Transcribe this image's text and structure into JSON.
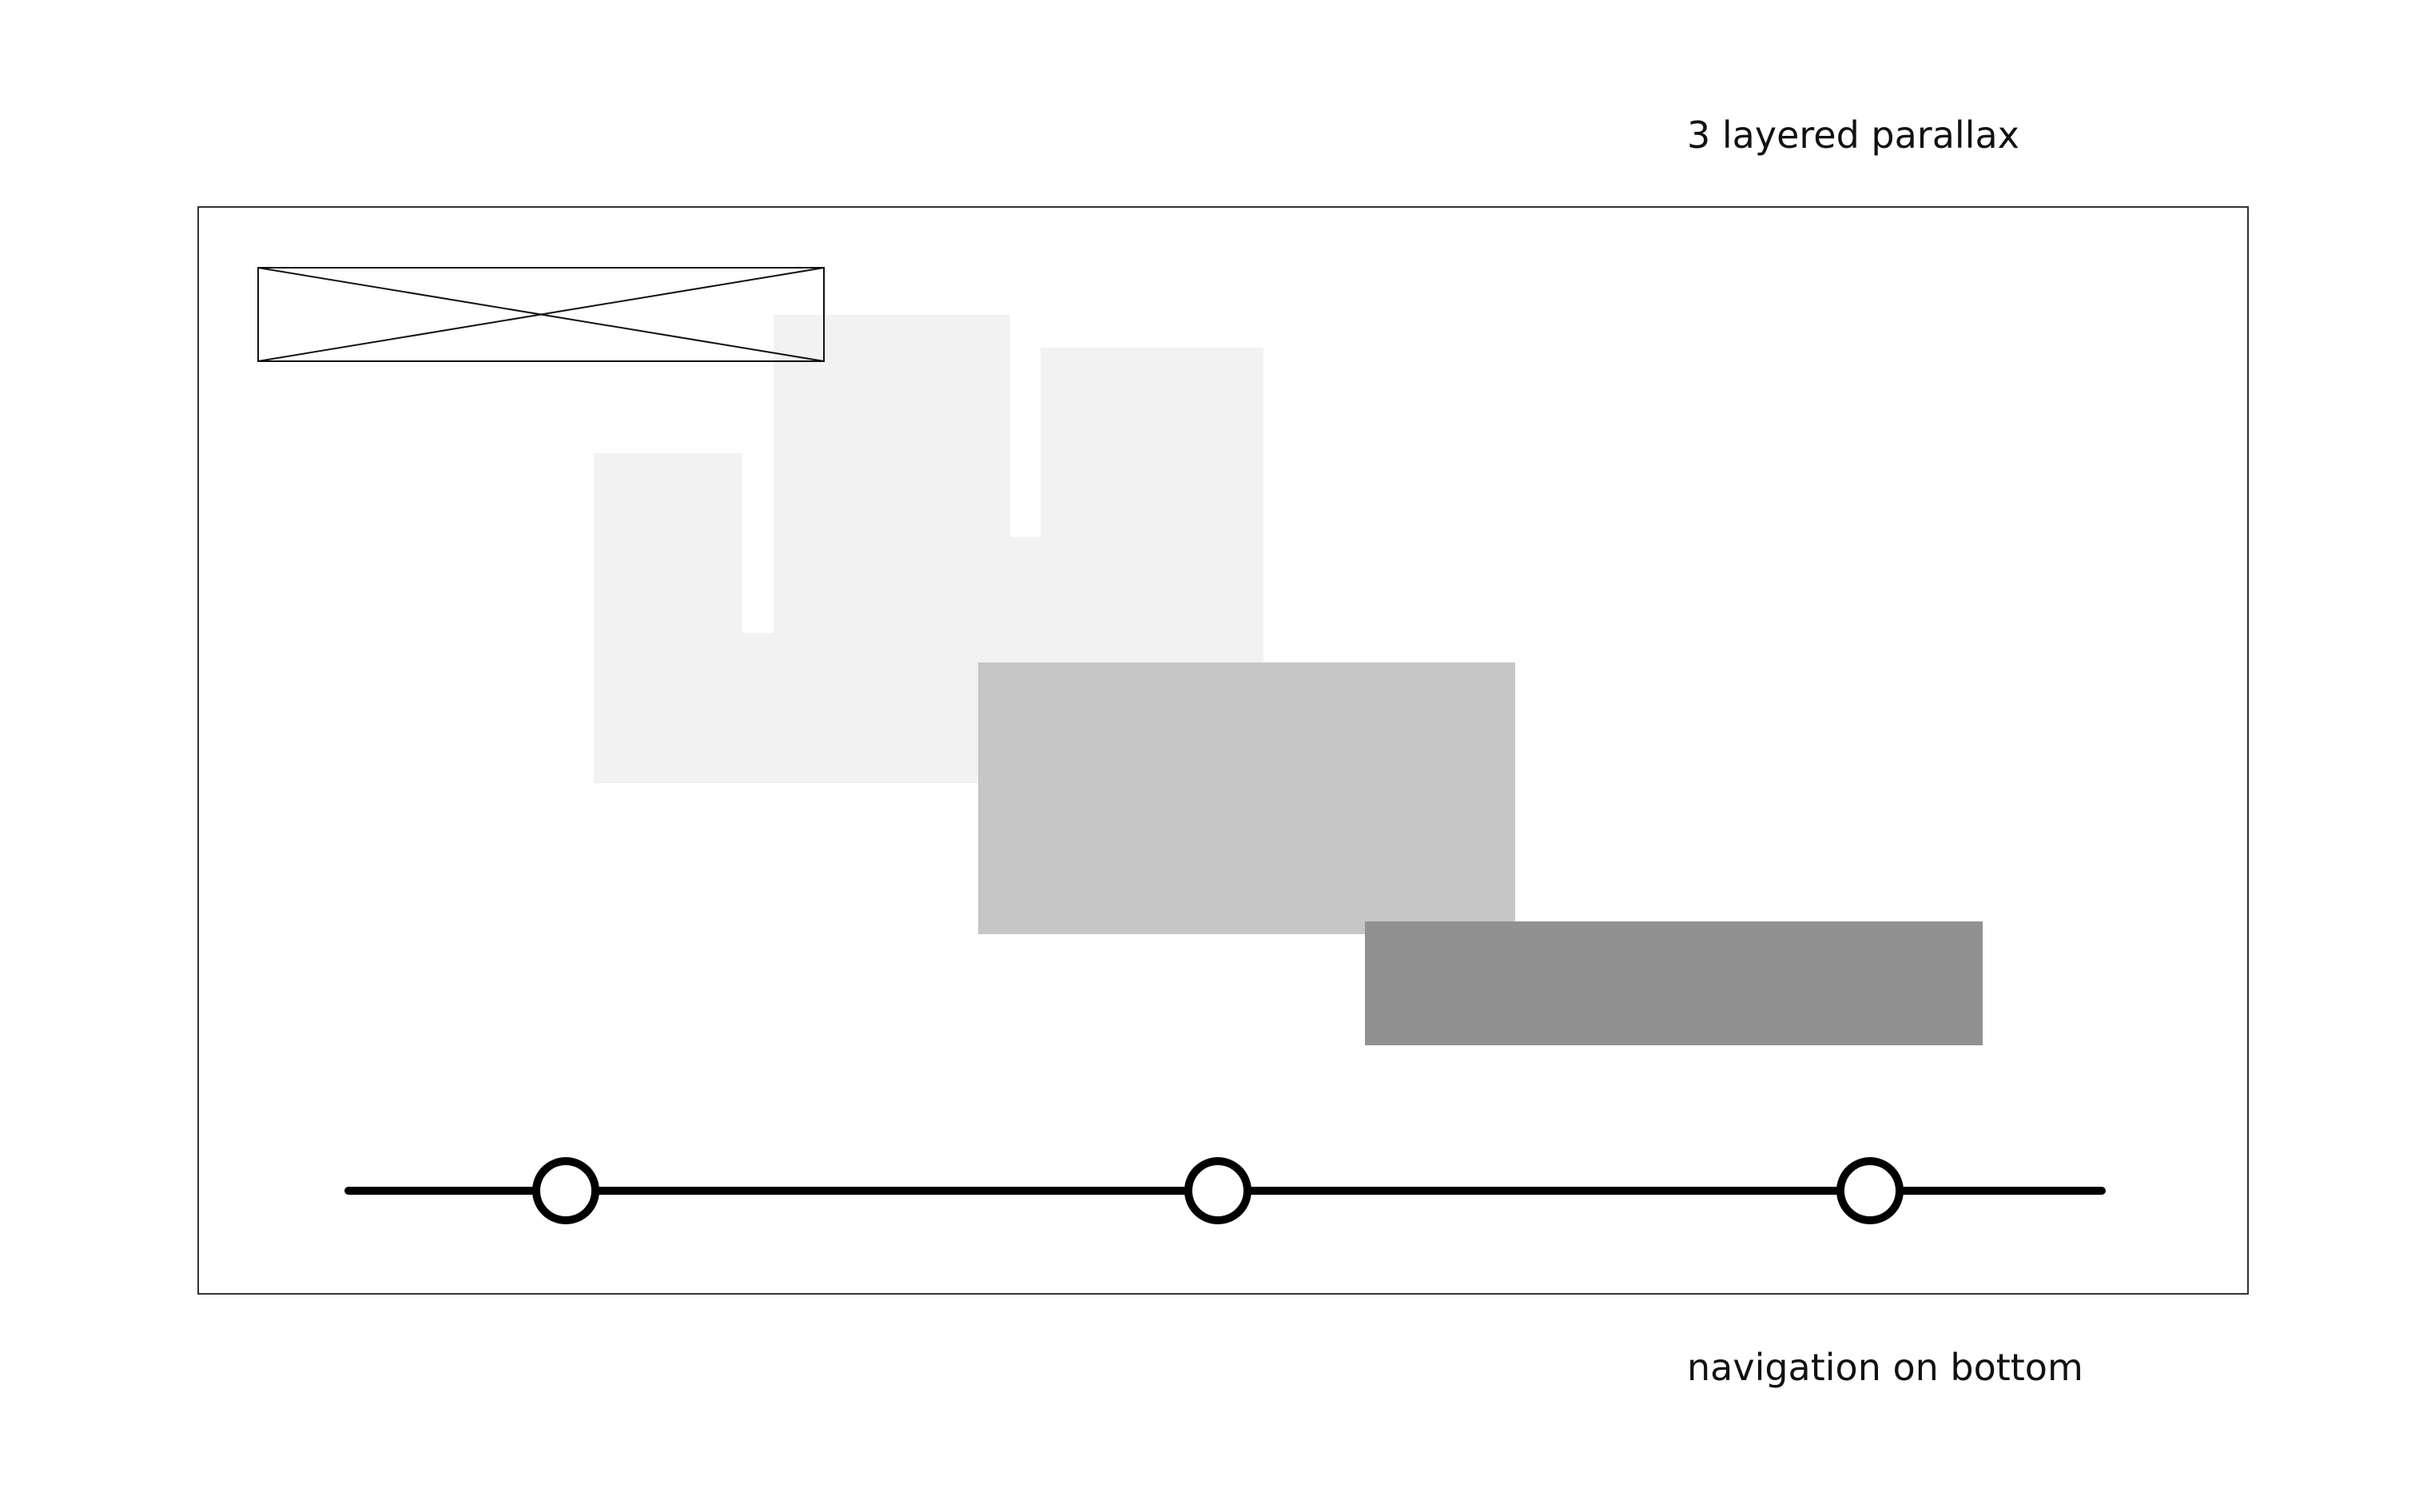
{
  "annotations": {
    "top_label": "3 layered parallax",
    "bottom_label": "navigation on bottom"
  },
  "logo": {
    "icon": "image-placeholder-icon"
  },
  "layers": {
    "back": {
      "color": "#f2f2f2"
    },
    "middle": {
      "color": "#c6c6c6"
    },
    "front": {
      "color": "#919191"
    }
  },
  "navigation": {
    "track_color": "#000000",
    "dot_fill": "#ffffff",
    "dots": [
      {
        "name": "nav-dot-1"
      },
      {
        "name": "nav-dot-2"
      },
      {
        "name": "nav-dot-3"
      }
    ]
  }
}
